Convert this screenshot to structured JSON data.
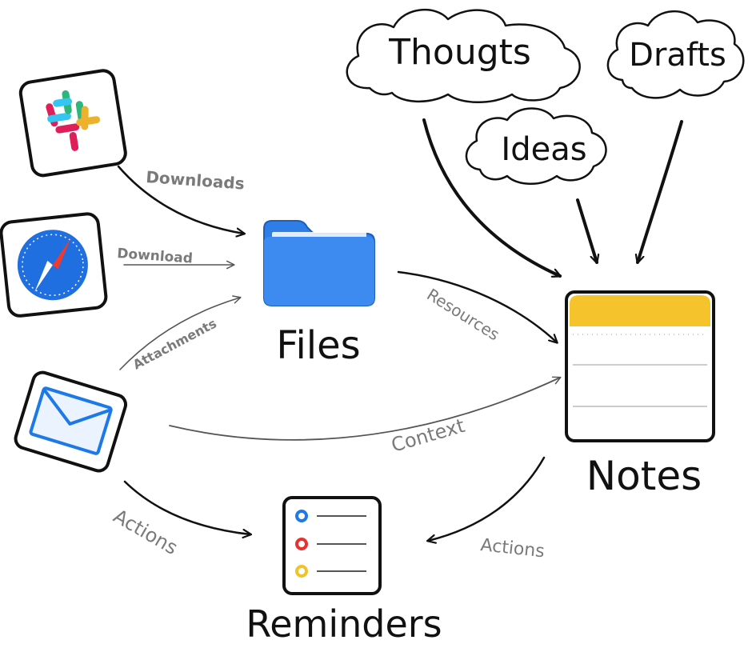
{
  "nodes": {
    "files": "Files",
    "notes": "Notes",
    "reminders": "Reminders"
  },
  "clouds": {
    "thoughts": "Thougts",
    "drafts": "Drafts",
    "ideas": "Ideas"
  },
  "apps": {
    "slack": "slack-icon",
    "safari": "safari-icon",
    "mail": "mail-icon"
  },
  "edges": {
    "downloads": "Downloads",
    "download": "Download",
    "attachments": "Attachments",
    "resources": "Resources",
    "context": "Context",
    "actions_mail": "Actions",
    "actions_notes": "Actions"
  },
  "colors": {
    "folder_blue": "#3d8bf0",
    "notes_yellow": "#f5c42c",
    "mail_blue": "#1d79e8",
    "safari_blue": "#1f6fe0",
    "reminder_blue": "#1f7ae6",
    "reminder_red": "#e8322f",
    "reminder_yellow": "#f2c22a",
    "ink": "#111111",
    "edge_label_gray": "#7a7a7a"
  }
}
